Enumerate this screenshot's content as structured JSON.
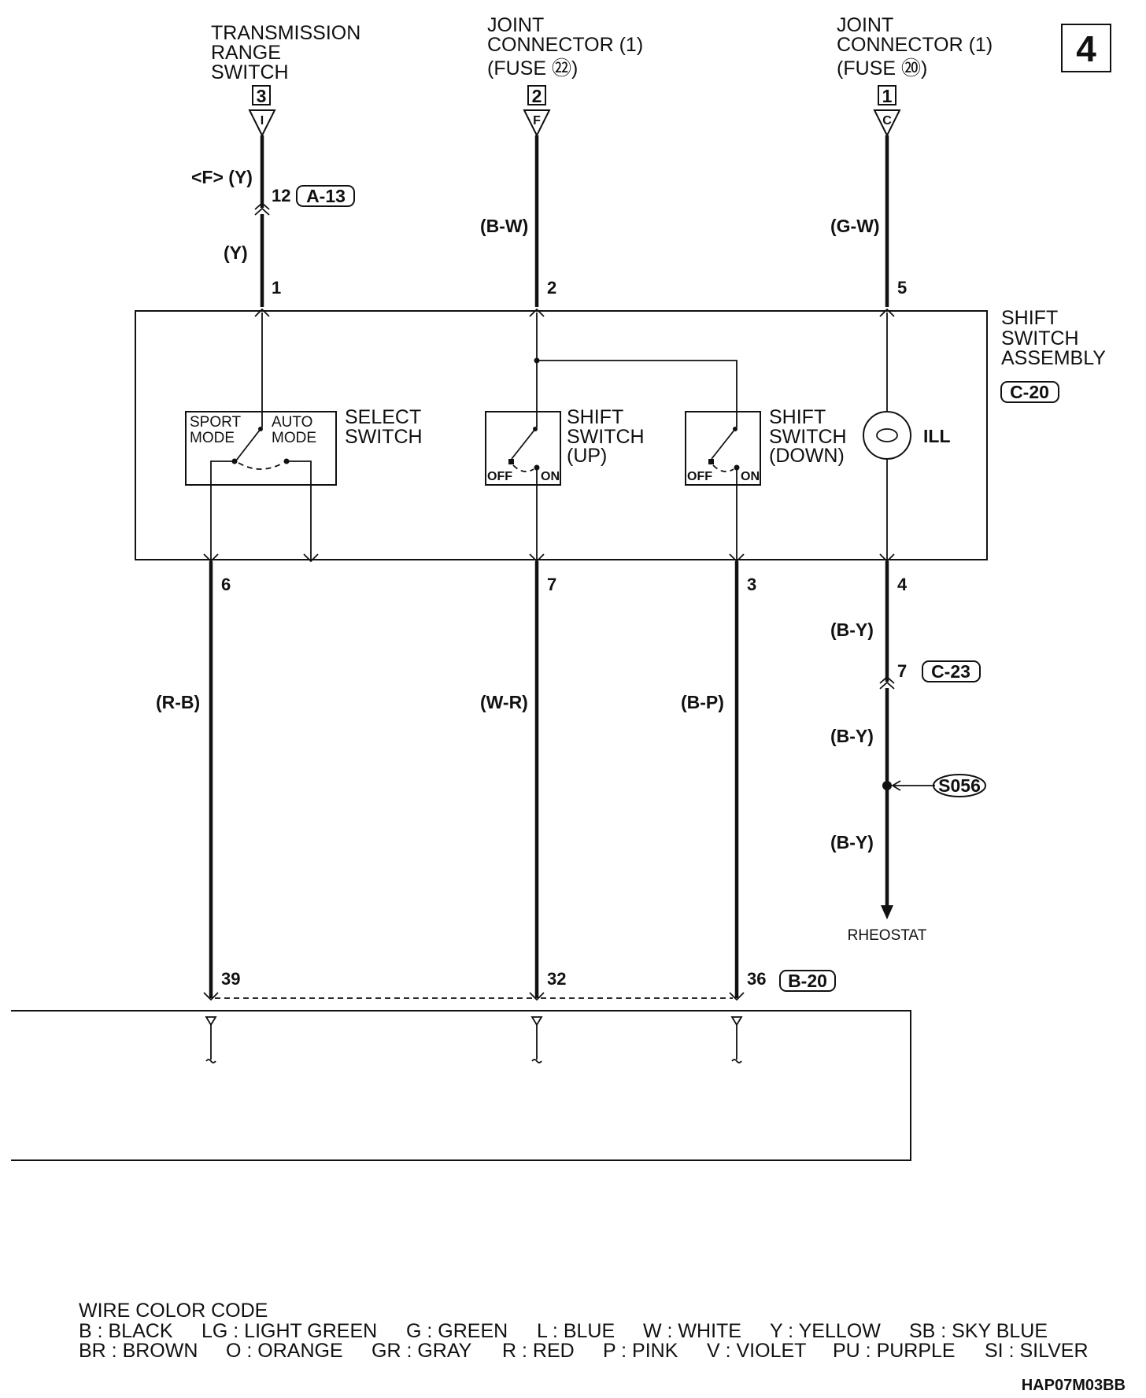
{
  "page_number": "4",
  "sources": [
    {
      "lines": [
        "TRANSMISSION",
        "RANGE",
        "SWITCH"
      ],
      "ref": "3",
      "terminal": "I"
    },
    {
      "lines": [
        "JOINT",
        "CONNECTOR (1)",
        "(FUSE ㉒)"
      ],
      "ref": "2",
      "terminal": "F"
    },
    {
      "lines": [
        "JOINT",
        "CONNECTOR (1)",
        "(FUSE ⑳)"
      ],
      "ref": "1",
      "terminal": "C"
    }
  ],
  "wire_labels": {
    "tr_upper": "<F> (Y)",
    "tr_lower": "(Y)",
    "fuse22": "(B-W)",
    "fuse20": "(G-W)",
    "pin6": "(R-B)",
    "pin7": "(W-R)",
    "pin3": "(B-P)",
    "pin4_upper": "(B-Y)",
    "pin4_mid": "(B-Y)",
    "pin4_lower": "(B-Y)"
  },
  "connectors": {
    "a13_pin": "12",
    "a13_id": "A-13",
    "c20_id": "C-20",
    "c23_pin": "7",
    "c23_id": "C-23",
    "b20_id": "B-20",
    "splice": "S056"
  },
  "assembly": {
    "lines": [
      "SHIFT",
      "SWITCH",
      "ASSEMBLY"
    ]
  },
  "pins": {
    "top": [
      "1",
      "2",
      "5"
    ],
    "bottom": [
      "6",
      "7",
      "3",
      "4"
    ],
    "ecu": [
      "39",
      "32",
      "36"
    ]
  },
  "select_switch": {
    "label": [
      "SELECT",
      "SWITCH"
    ],
    "sport": [
      "SPORT",
      "MODE"
    ],
    "auto": [
      "AUTO",
      "MODE"
    ]
  },
  "shift_up": {
    "label": [
      "SHIFT",
      "SWITCH",
      "(UP)"
    ],
    "off": "OFF",
    "on": "ON"
  },
  "shift_down": {
    "label": [
      "SHIFT",
      "SWITCH",
      "(DOWN)"
    ],
    "off": "OFF",
    "on": "ON"
  },
  "ill_label": "ILL",
  "rheostat": "RHEOSTAT",
  "wire_color_code": {
    "title": "WIRE COLOR CODE",
    "row1": [
      "B : BLACK",
      "LG : LIGHT GREEN",
      "G : GREEN",
      "L : BLUE",
      "W : WHITE",
      "Y : YELLOW",
      "SB : SKY BLUE"
    ],
    "row2": [
      "BR : BROWN",
      "O : ORANGE",
      "GR : GRAY",
      "R : RED",
      "P : PINK",
      "V : VIOLET",
      "PU : PURPLE",
      "SI : SILVER"
    ]
  },
  "doc_id": "HAP07M03BB"
}
